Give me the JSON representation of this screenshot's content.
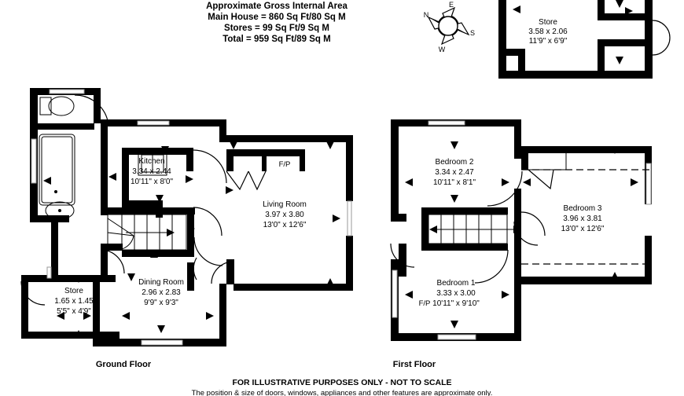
{
  "document": {
    "header_lines": [
      "Approximate Gross Internal Area",
      "Main House = 860 Sq Ft/80 Sq M",
      "Stores = 99 Sq Ft/9 Sq M",
      "Total = 959 Sq Ft/89 Sq M"
    ],
    "header_clipped_line": "",
    "footer_title": "FOR ILLUSTRATIVE PURPOSES ONLY - NOT TO SCALE",
    "footer_note": "The position & size of doors, windows, appliances and other features are approximate only."
  },
  "compass": {
    "name": "compass-rose",
    "north": "N",
    "east": "E",
    "south": "S",
    "west": "W"
  },
  "floors": [
    {
      "id": "store-upper",
      "label": "",
      "rooms": [
        {
          "name": "Store",
          "metric": "3.58 x 2.06",
          "imperial": "11'9\" x 6'9\"",
          "fireplace": ""
        }
      ]
    },
    {
      "id": "ground-floor",
      "label": "Ground Floor",
      "rooms": [
        {
          "name": "Kitchen",
          "metric": "3.34 x 2.44",
          "imperial": "10'11\" x 8'0\"",
          "fireplace": ""
        },
        {
          "name": "Living Room",
          "metric": "3.97 x 3.80",
          "imperial": "13'0\" x 12'6\"",
          "fireplace": "F/P"
        },
        {
          "name": "Dining Room",
          "metric": "2.96 x 2.83",
          "imperial": "9'9\" x 9'3\"",
          "fireplace": ""
        },
        {
          "name": "Store",
          "metric": "1.65 x 1.45",
          "imperial": "5'5\" x 4'9\"",
          "fireplace": ""
        }
      ]
    },
    {
      "id": "first-floor",
      "label": "First Floor",
      "rooms": [
        {
          "name": "Bedroom 2",
          "metric": "3.34 x 2.47",
          "imperial": "10'11\" x 8'1\"",
          "fireplace": ""
        },
        {
          "name": "Bedroom 3",
          "metric": "3.96 x 3.81",
          "imperial": "13'0\" x 12'6\"",
          "fireplace": ""
        },
        {
          "name": "Bedroom 1",
          "metric": "3.33 x 3.00",
          "imperial": "10'11\" x 9'10\"",
          "fireplace": "F/P"
        }
      ]
    }
  ],
  "colors": {
    "wall": "#000000",
    "background": "#ffffff",
    "window": "#9a9a9a"
  }
}
